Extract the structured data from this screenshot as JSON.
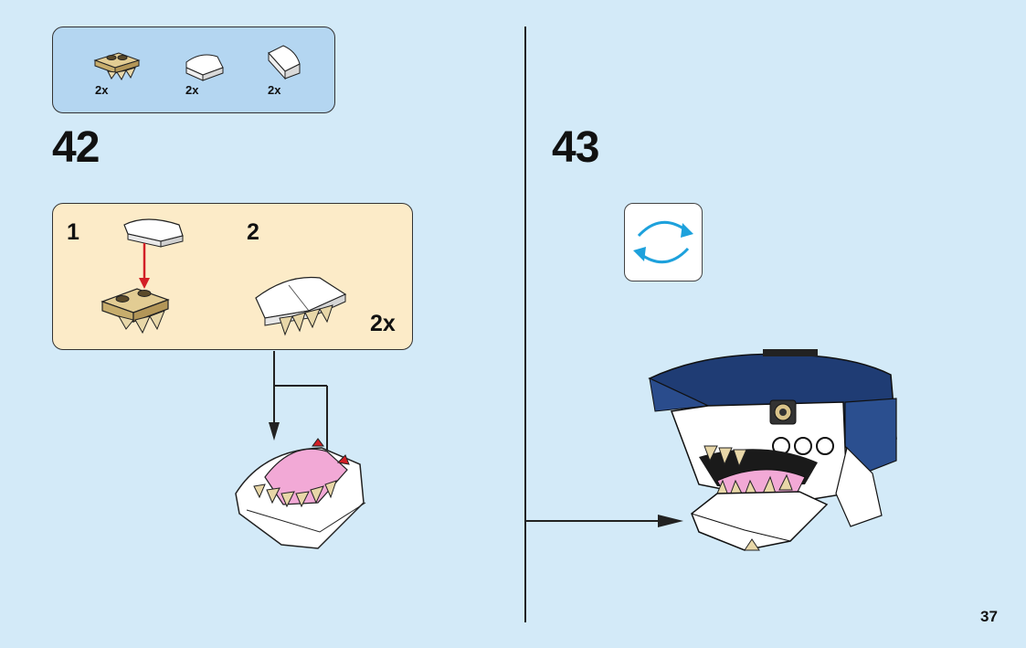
{
  "parts_list": {
    "items": [
      {
        "icon": "tan-plate-with-teeth",
        "count": "2x"
      },
      {
        "icon": "white-curved-slope",
        "count": "2x"
      },
      {
        "icon": "white-wedge-slope",
        "count": "2x"
      }
    ]
  },
  "steps": [
    {
      "number": "42"
    },
    {
      "number": "43"
    }
  ],
  "substeps": [
    {
      "number": "1"
    },
    {
      "number": "2"
    }
  ],
  "substep_multiplier": "2x",
  "rotate_icon": "rotate-model-icon",
  "page_number": "37",
  "colors": {
    "background": "#d3eaf8",
    "parts_box": "#b4d6f1",
    "substep_box": "#fcebc8",
    "tan": "#d9c38a",
    "dark_blue": "#1f3c74",
    "pink": "#f2a9d6",
    "red_arrow": "#d21f26",
    "rotate_arrow": "#1da1dc"
  }
}
